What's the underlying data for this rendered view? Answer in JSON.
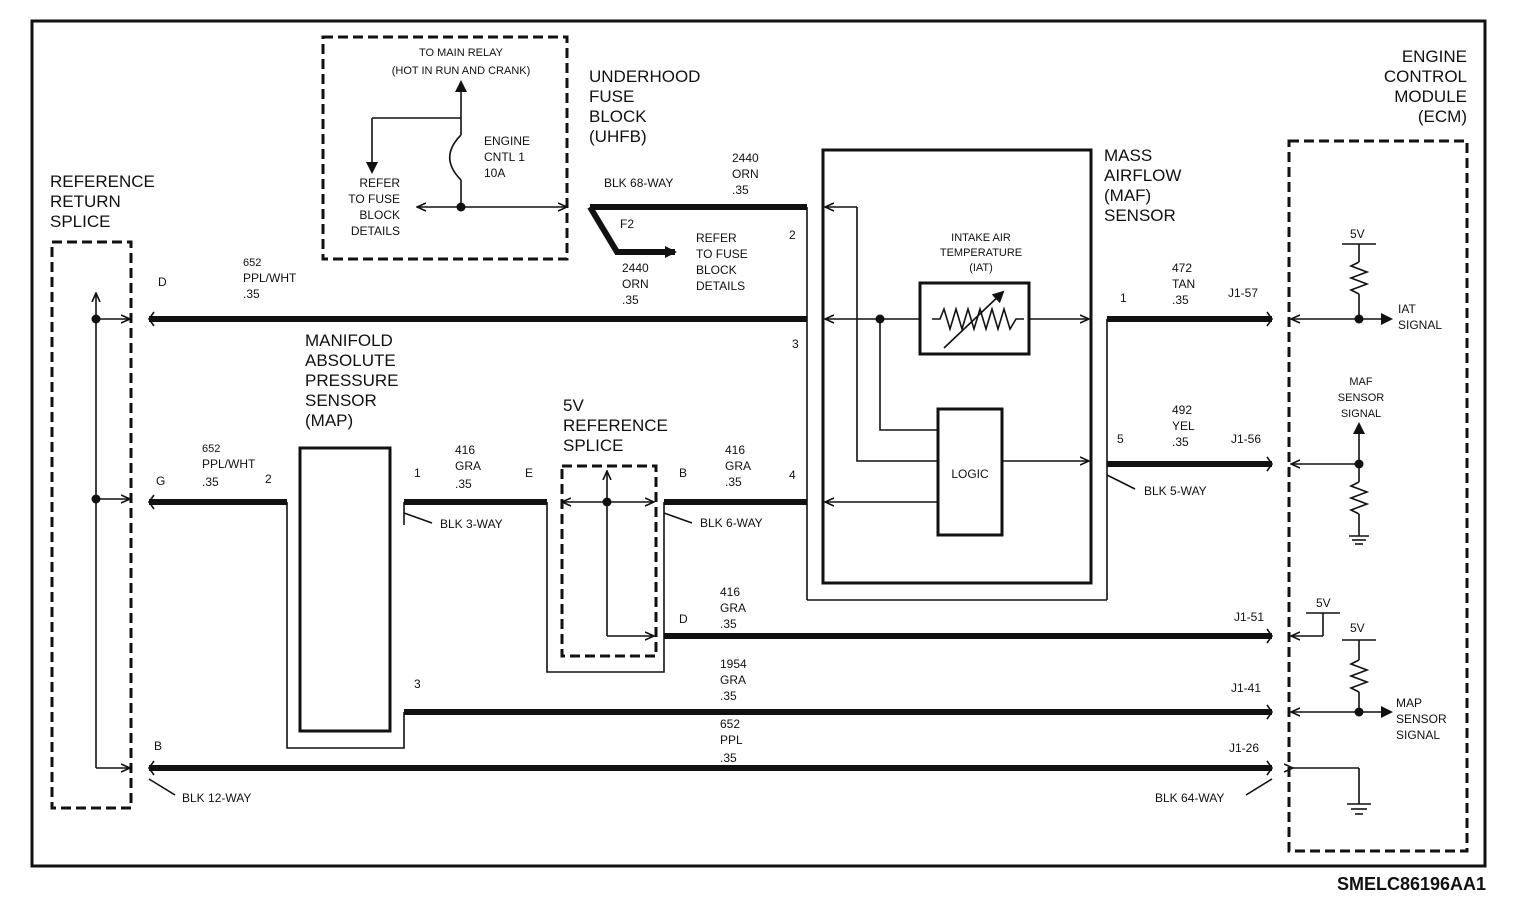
{
  "components": {
    "ref_return_splice": [
      "REFERENCE",
      "RETURN",
      "SPLICE"
    ],
    "main_relay": [
      "TO MAIN RELAY",
      "(HOT IN RUN AND CRANK)"
    ],
    "fuse": [
      "ENGINE",
      "CNTL 1",
      "10A"
    ],
    "refer_fuse_1": [
      "REFER",
      "TO FUSE",
      "BLOCK",
      "DETAILS"
    ],
    "uhfb": [
      "UNDERHOOD",
      "FUSE",
      "BLOCK",
      "(UHFB)"
    ],
    "refer_fuse_2": [
      "REFER",
      "TO FUSE",
      "BLOCK",
      "DETAILS"
    ],
    "maf": [
      "MASS",
      "AIRFLOW",
      "(MAF)",
      "SENSOR"
    ],
    "iat": [
      "INTAKE AIR",
      "TEMPERATURE",
      "(IAT)"
    ],
    "logic": "LOGIC",
    "ecm": [
      "ENGINE",
      "CONTROL",
      "MODULE",
      "(ECM)"
    ],
    "map": [
      "MANIFOLD",
      "ABSOLUTE",
      "PRESSURE",
      "SENSOR",
      "(MAP)"
    ],
    "ref_5v_splice": [
      "5V",
      "REFERENCE",
      "SPLICE"
    ]
  },
  "connectors": {
    "blk68": "BLK 68-WAY",
    "f2": "F2",
    "blk3": "BLK 3-WAY",
    "blk6": "BLK 6-WAY",
    "blk5": "BLK 5-WAY",
    "blk12": "BLK 12-WAY",
    "blk64": "BLK 64-WAY"
  },
  "wires": {
    "w2440_top": [
      "2440",
      "ORN",
      ".35"
    ],
    "w2440_bot": [
      "2440",
      "ORN",
      ".35"
    ],
    "w652_d": [
      "652",
      "PPL/WHT",
      ".35"
    ],
    "w652_g": [
      "652",
      "PPL/WHT",
      ".35"
    ],
    "w416_a": [
      "416",
      "GRA",
      ".35"
    ],
    "w416_b": [
      "416",
      "GRA",
      ".35"
    ],
    "w416_c": [
      "416",
      "GRA",
      ".35"
    ],
    "w1954": [
      "1954",
      "GRA",
      ".35"
    ],
    "w652_b": [
      "652",
      "PPL",
      ".35"
    ],
    "w472": [
      "472",
      "TAN",
      ".35"
    ],
    "w492": [
      "492",
      "YEL",
      ".35"
    ]
  },
  "pins": {
    "d_left": "D",
    "g_left": "G",
    "b_left": "B",
    "map2": "2",
    "map1": "1",
    "map3": "3",
    "e": "E",
    "b_mid": "B",
    "d_mid": "D",
    "maf2": "2",
    "maf3": "3",
    "maf4": "4",
    "maf1": "1",
    "maf5": "5",
    "j157": "J1-57",
    "j156": "J1-56",
    "j151": "J1-51",
    "j141": "J1-41",
    "j126": "J1-26"
  },
  "ecm_signals": {
    "v5_a": "5V",
    "iat_signal": [
      "IAT",
      "SIGNAL"
    ],
    "maf_signal": [
      "MAF",
      "SENSOR",
      "SIGNAL"
    ],
    "v5_b": "5V",
    "v5_c": "5V",
    "map_signal": [
      "MAP",
      "SENSOR",
      "SIGNAL"
    ]
  },
  "figure_id": "SMELC86196AA1"
}
